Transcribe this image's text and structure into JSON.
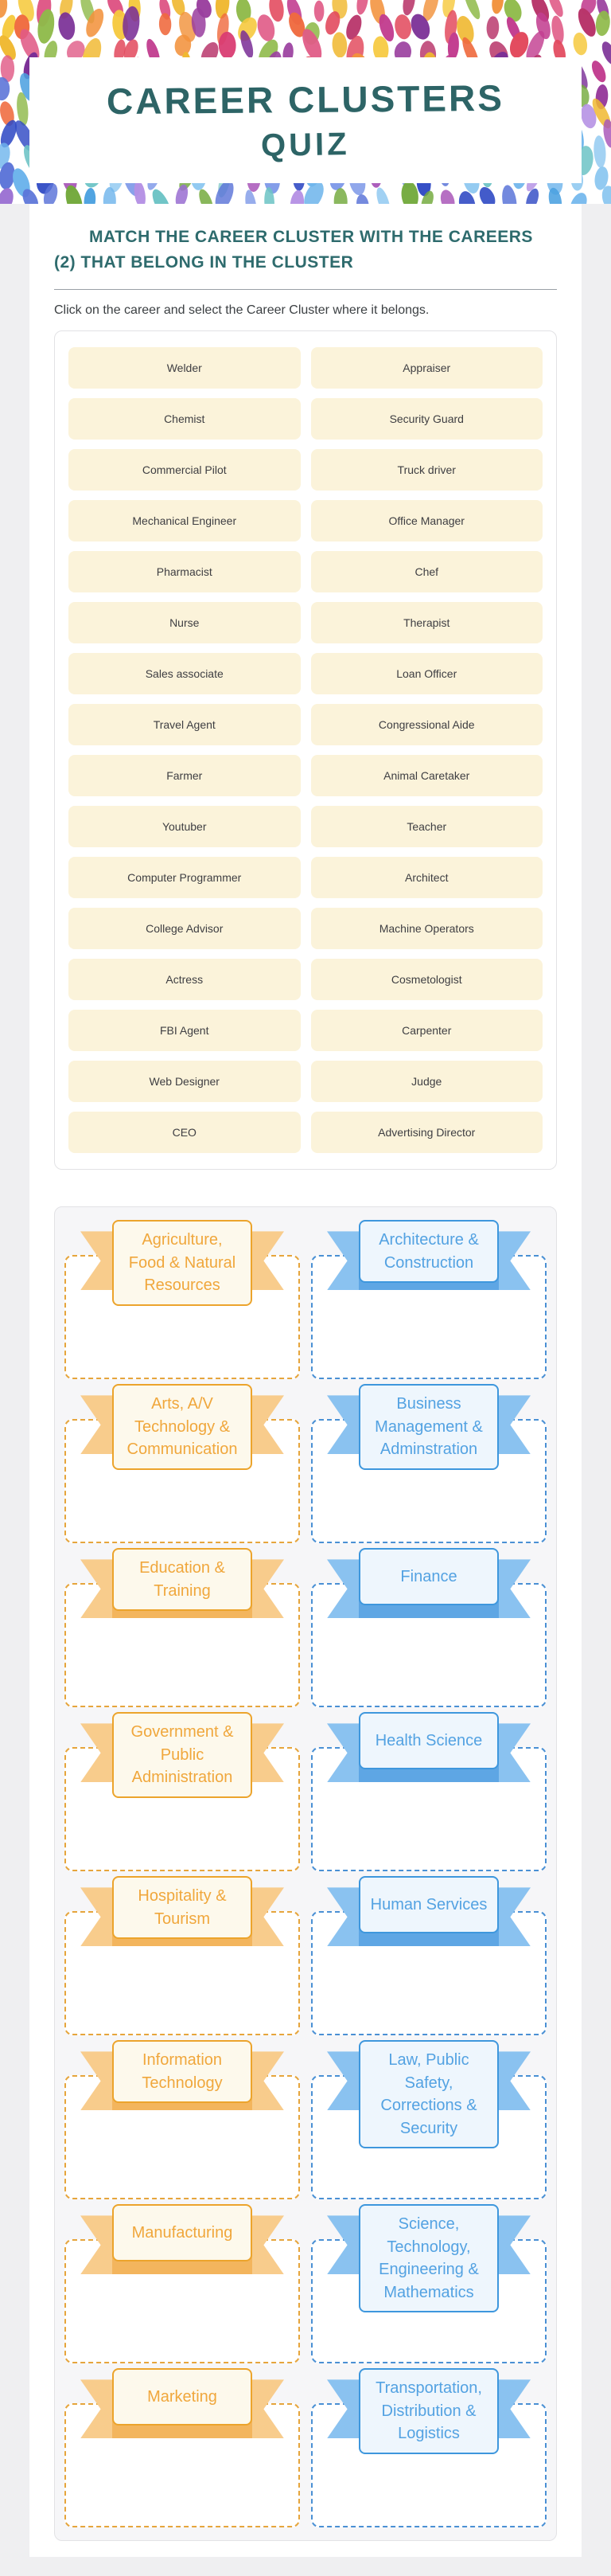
{
  "header": {
    "title_line1": "CAREER CLUSTERS",
    "title_line2": "QUIZ"
  },
  "instructions": {
    "heading": "MATCH THE CAREER CLUSTER WITH THE CAREERS (2) THAT BELONG IN THE CLUSTER",
    "subtext": "Click on the career and select the Career Cluster where it belongs."
  },
  "careers": [
    "Welder",
    "Appraiser",
    "Chemist",
    "Security Guard",
    "Commercial Pilot",
    "Truck driver",
    "Mechanical Engineer",
    "Office Manager",
    "Pharmacist",
    "Chef",
    "Nurse",
    "Therapist",
    "Sales associate",
    "Loan Officer",
    "Travel Agent",
    "Congressional Aide",
    "Farmer",
    "Animal Caretaker",
    "Youtuber",
    "Teacher",
    "Computer Programmer",
    "Architect",
    "College Advisor",
    "Machine Operators",
    "Actress",
    "Cosmetologist",
    "FBI Agent",
    "Carpenter",
    "Web Designer",
    "Judge",
    "CEO",
    "Advertising Director"
  ],
  "clusters": [
    {
      "label": "Agriculture, Food & Natural Resources",
      "color": "orange"
    },
    {
      "label": "Architecture & Construction",
      "color": "blue"
    },
    {
      "label": "Arts, A/V Technology & Communication",
      "color": "orange"
    },
    {
      "label": "Business Management & Adminstration",
      "color": "blue"
    },
    {
      "label": "Education & Training",
      "color": "orange"
    },
    {
      "label": "Finance",
      "color": "blue"
    },
    {
      "label": "Government & Public Administration",
      "color": "orange"
    },
    {
      "label": "Health Science",
      "color": "blue"
    },
    {
      "label": "Hospitality & Tourism",
      "color": "orange"
    },
    {
      "label": "Human Services",
      "color": "blue"
    },
    {
      "label": "Information Technology",
      "color": "orange"
    },
    {
      "label": "Law, Public Safety, Corrections & Security",
      "color": "blue"
    },
    {
      "label": "Manufacturing",
      "color": "orange"
    },
    {
      "label": "Science, Technology, Engineering & Mathematics",
      "color": "blue"
    },
    {
      "label": "Marketing",
      "color": "orange"
    },
    {
      "label": "Transportation, Distribution & Logistics",
      "color": "blue"
    }
  ],
  "colors": {
    "title_teal": "#2d6466",
    "heading_teal": "#2e6b6d",
    "career_button_bg": "#fbf3da",
    "career_button_text": "#3e3e42",
    "orange_dashed": "#e6a53c",
    "orange_ribbon_band": "#f8cc8c",
    "orange_ribbon_border": "#eca42c",
    "orange_ribbon_text": "#f0a73c",
    "blue_dashed": "#4a90d4",
    "blue_ribbon_band": "#8ac2f0",
    "blue_ribbon_border": "#3e97dd",
    "blue_ribbon_text": "#53a2e2",
    "page_bg": "#efeff1",
    "clusters_card_bg": "#f6f6f8"
  }
}
